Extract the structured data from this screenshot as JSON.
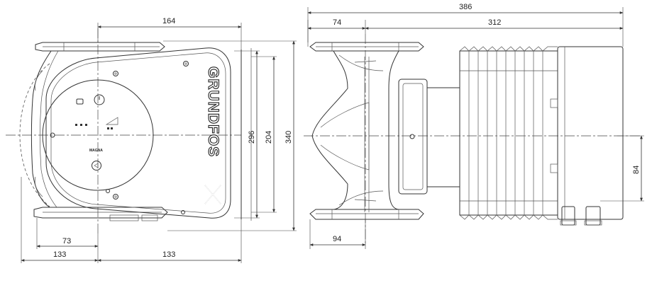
{
  "brand": {
    "name": "GRUNDFOS",
    "model": "MAGNA"
  },
  "dimensions": {
    "top_width_164": "164",
    "overall_length_386": "386",
    "flange_74": "74",
    "motor_312": "312",
    "height_296": "296",
    "height_204": "204",
    "height_340": "340",
    "offset_84": "84",
    "offset_73": "73",
    "half_left_133": "133",
    "half_right_133": "133",
    "flange_94": "94"
  }
}
